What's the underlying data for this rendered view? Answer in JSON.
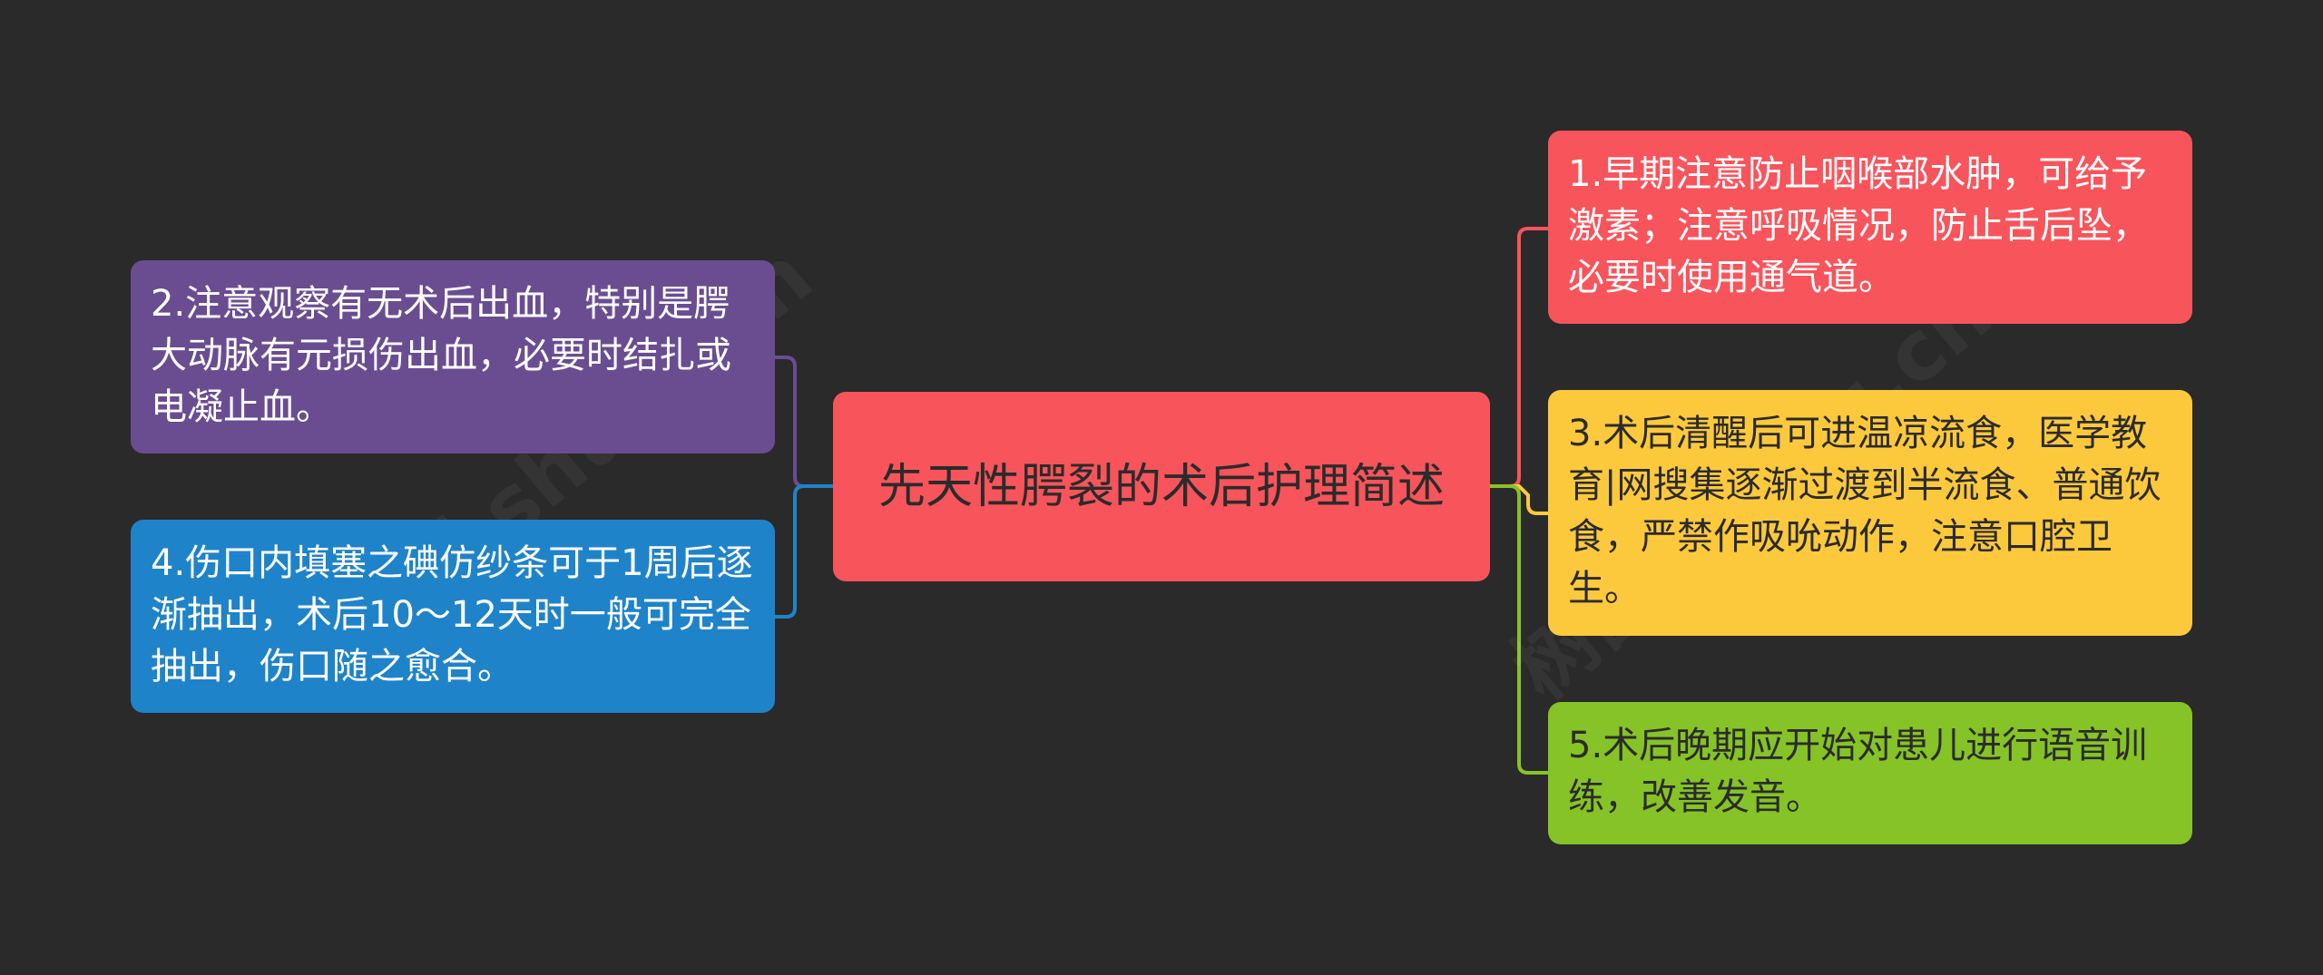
{
  "colors": {
    "background": "#2a2a2a",
    "center": "#f8545b",
    "purple": "#6a4d91",
    "blue": "#1f83c9",
    "red": "#f8545b",
    "yellow": "#fdc93c",
    "green": "#86c326"
  },
  "center": {
    "title": "先天性腭裂的术后护理简述"
  },
  "left_branches": [
    {
      "id": "n2",
      "text": "2.注意观察有无术后出血，特别是腭大动脉有元损伤出血，必要时结扎或电凝止血。",
      "color": "#6a4d91"
    },
    {
      "id": "n4",
      "text": "4.伤口内填塞之碘仿纱条可于1周后逐渐抽出，术后10～12天时一般可完全抽出，伤口随之愈合。",
      "color": "#1f83c9"
    }
  ],
  "right_branches": [
    {
      "id": "n1",
      "text": "1.早期注意防止咽喉部水肿，可给予激素；注意呼吸情况，防止舌后坠，必要时使用通气道。",
      "color": "#f8545b"
    },
    {
      "id": "n3",
      "text": "3.术后清醒后可进温凉流食，医学教育|网搜集逐渐过渡到半流食、普通饮食，严禁作吸吮动作，注意口腔卫生。",
      "color": "#fdc93c"
    },
    {
      "id": "n5",
      "text": "5.术后晚期应开始对患儿进行语音训练，改善发音。",
      "color": "#86c326"
    }
  ],
  "watermarks": [
    "树图 shutu.cn",
    "树图 shutu.cn"
  ]
}
